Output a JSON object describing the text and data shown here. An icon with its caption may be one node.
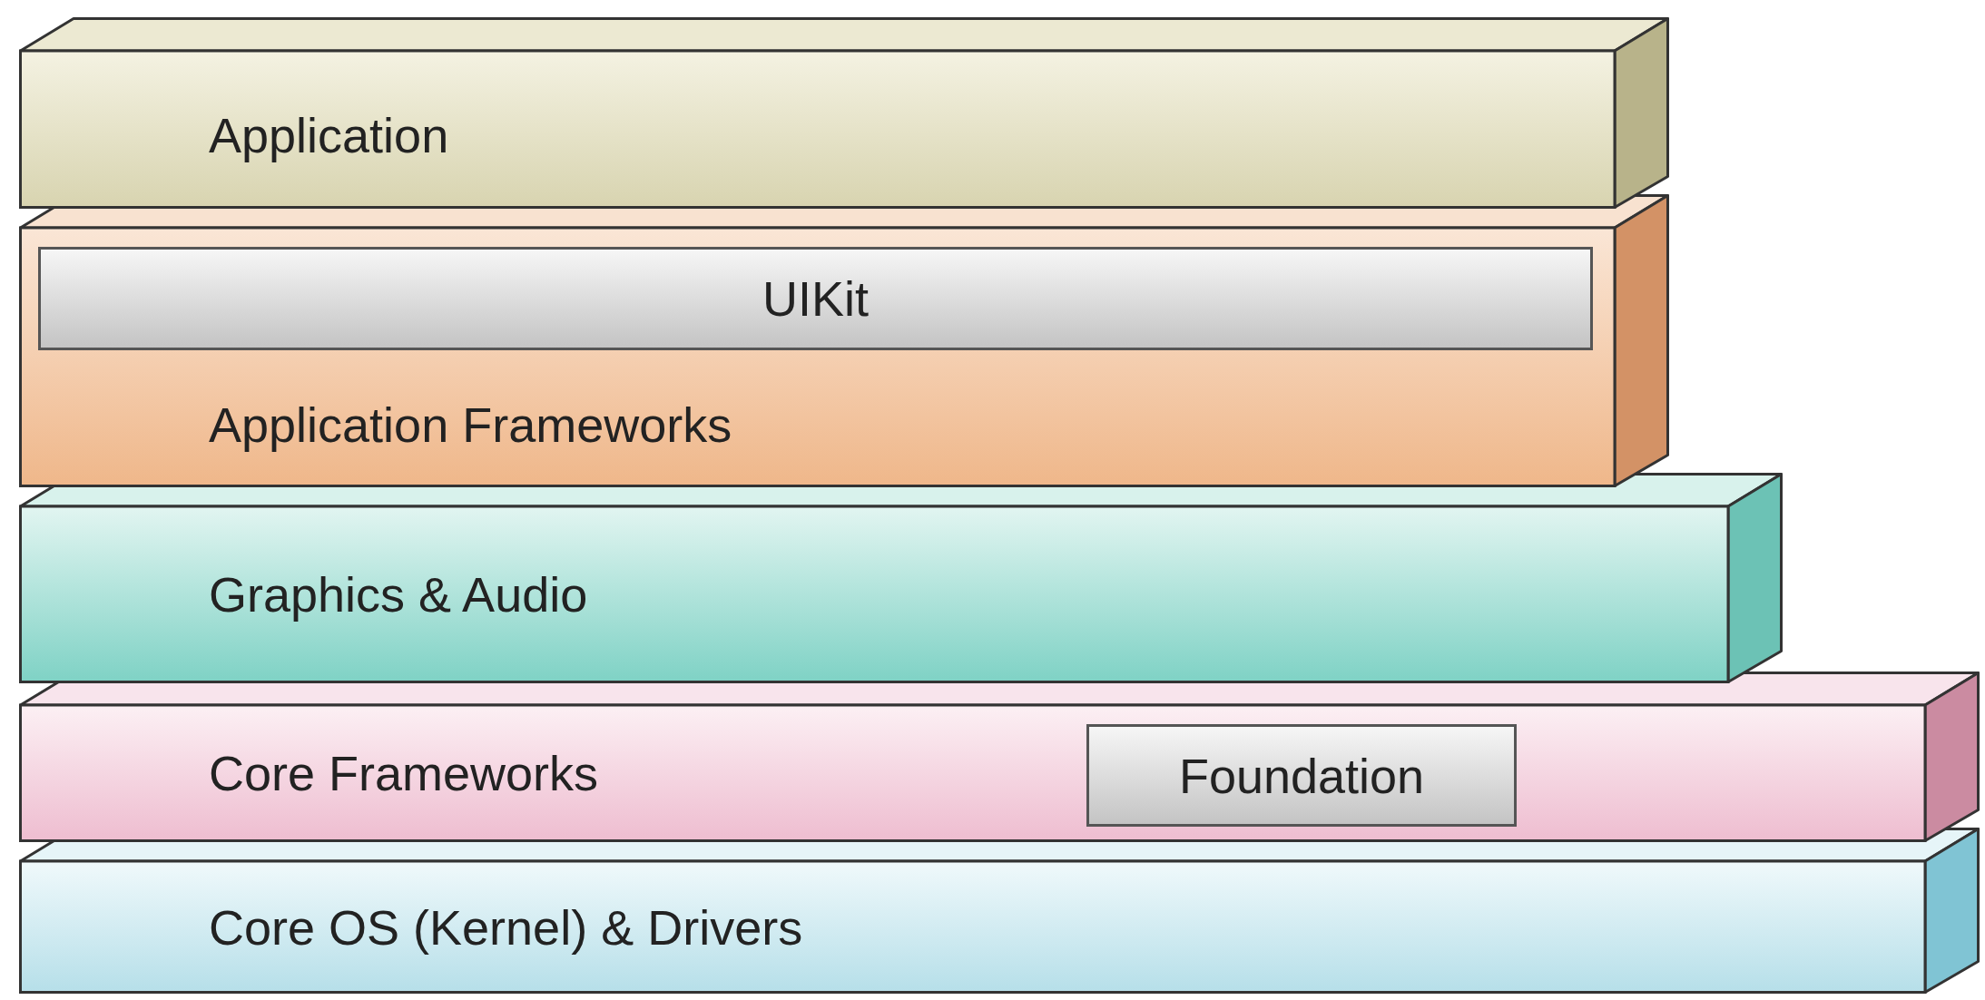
{
  "diagram": {
    "nodes": [
      {
        "text": [
          "Application"
        ]
      },
      {
        "text": [
          "Application Frameworks"
        ]
      },
      {
        "text": [
          "UIKit"
        ],
        "in": 1
      },
      {
        "text": [
          "Graphics & Audio"
        ]
      },
      {
        "text": [
          "Core Frameworks"
        ]
      },
      {
        "text": [
          "Foundation"
        ],
        "in": 4
      },
      {
        "text": [
          "Core OS (Kernel) & Drivers"
        ]
      }
    ]
  }
}
